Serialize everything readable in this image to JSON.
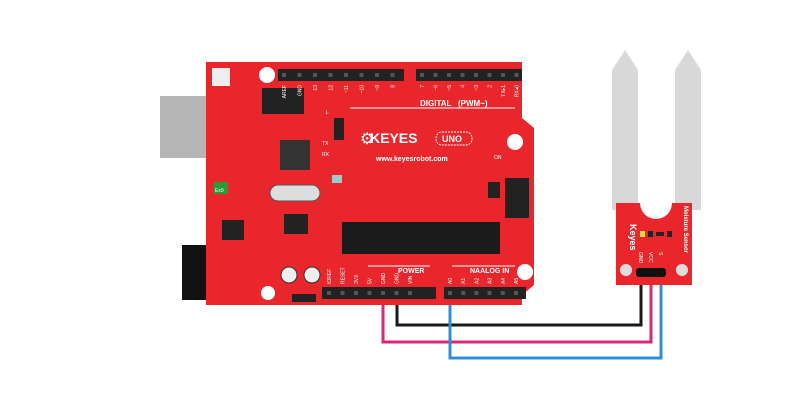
{
  "board": {
    "brand": "KEYES",
    "model": "UNO",
    "website": "www.keyesrobot.com",
    "digital_label": "DIGITAL",
    "pwm_label": "(PWM~)",
    "digital_pins_left": [
      "AREF",
      "GND",
      "13",
      "12",
      "~11",
      "~10",
      "~9",
      "8"
    ],
    "digital_pins_right": [
      "7",
      "~6",
      "~5",
      "4",
      "~3",
      "2",
      "TX▸1",
      "RX◂0"
    ],
    "power_label": "POWER",
    "analog_label": "NAALOG IN",
    "power_pins": [
      "IOREF",
      "RESET",
      "3V3",
      "5V",
      "GND",
      "GND",
      "VIN"
    ],
    "analog_pins": [
      "A0",
      "A1",
      "A2",
      "A3",
      "A4",
      "A5"
    ],
    "led_labels": [
      "L",
      "TX",
      "RX",
      "ON"
    ],
    "regulator_label": "Ex9",
    "color": "#e8262b"
  },
  "sensor": {
    "title": "Moisture Sensor",
    "brand": "Keyes",
    "pins": [
      "GND",
      "VCC",
      "S"
    ],
    "color": "#e8262b"
  },
  "wires": [
    {
      "from": "GND",
      "to": "GND",
      "color": "#1a1a1a"
    },
    {
      "from": "5V",
      "to": "VCC",
      "color": "#d6297a"
    },
    {
      "from": "A0",
      "to": "S",
      "color": "#2f8fd6"
    }
  ]
}
